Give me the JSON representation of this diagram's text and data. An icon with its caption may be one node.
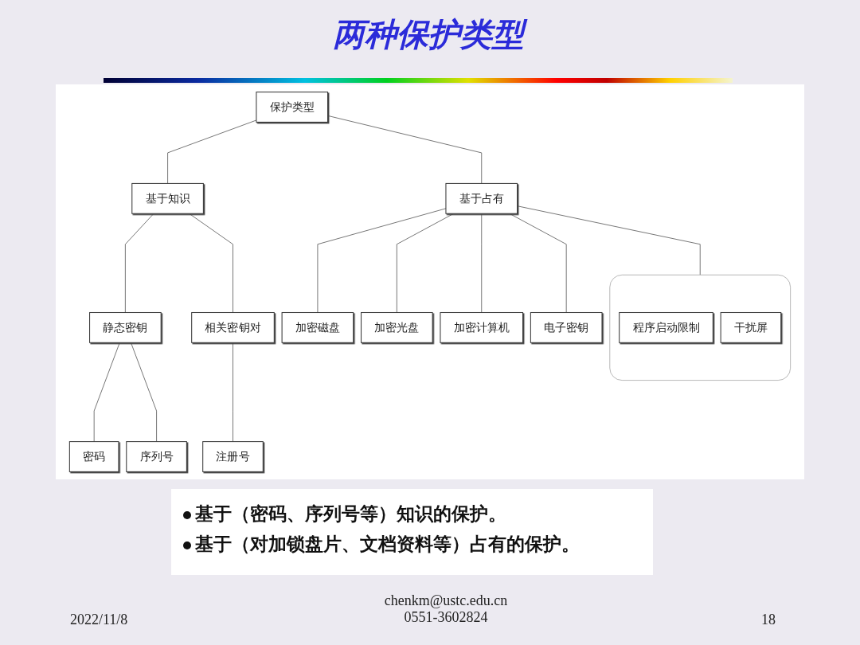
{
  "diagram": {
    "title": "两种保护类型",
    "nodes": [
      {
        "text": [
          "保护类型"
        ]
      },
      {
        "text": [
          "基于知识"
        ]
      },
      {
        "text": [
          "基于占有"
        ]
      },
      {
        "text": [
          "静态密钥"
        ]
      },
      {
        "text": [
          "相关密钥对"
        ]
      },
      {
        "text": [
          "密码"
        ]
      },
      {
        "text": [
          "序列号"
        ]
      },
      {
        "text": [
          "注册号"
        ]
      },
      {
        "text": [],
        "shape": "box"
      },
      {
        "text": [
          "程序启动限制"
        ],
        "in": 8
      },
      {
        "text": [
          "干扰屏"
        ],
        "in": 8
      },
      {
        "text": [
          "加密磁盘"
        ]
      },
      {
        "text": [
          "加密光盘"
        ]
      },
      {
        "text": [
          "加密计算机"
        ]
      },
      {
        "text": [
          "电子密钥"
        ]
      }
    ],
    "edges": [
      {
        "from": 0,
        "to": 1,
        "arrow": "none"
      },
      {
        "from": 0,
        "to": 2,
        "arrow": "none"
      },
      {
        "from": 1,
        "to": 3,
        "arrow": "none"
      },
      {
        "from": 1,
        "to": 4,
        "arrow": "none"
      },
      {
        "from": 3,
        "to": 5,
        "arrow": "none"
      },
      {
        "from": 3,
        "to": 6,
        "arrow": "none"
      },
      {
        "from": 4,
        "to": 7,
        "arrow": "none"
      },
      {
        "from": 2,
        "to": 11,
        "arrow": "none"
      },
      {
        "from": 2,
        "to": 12,
        "arrow": "none"
      },
      {
        "from": 2,
        "to": 13,
        "arrow": "none"
      },
      {
        "from": 2,
        "to": 14,
        "arrow": "none"
      },
      {
        "from": 2,
        "to": 8,
        "arrow": "none"
      }
    ],
    "labels": [
      "基于（密码、序列号等）知识的保护。",
      "基于（对加锁盘片、文档资料等）占有的保护。",
      "2022/11/8",
      "chenkm@ustc.edu.cn 0551-3602824",
      "18"
    ]
  }
}
